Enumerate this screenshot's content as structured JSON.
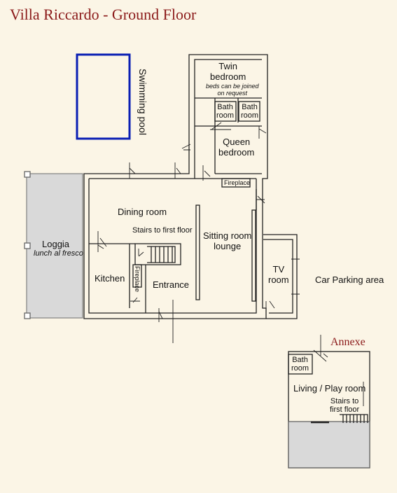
{
  "title": "Villa Riccardo - Ground Floor",
  "annexe_title": "Annexe",
  "rooms": {
    "swimming_pool": "Swimming pool",
    "twin_bedroom": "Twin\nbedroom",
    "beds_note": "beds can be joined\non request",
    "bath_1": "Bath\nroom",
    "bath_2": "Bath\nroom",
    "queen_bedroom": "Queen\nbedroom",
    "fireplace": "Fireplace",
    "dining_room": "Dining room",
    "stairs_first": "Stairs to first floor",
    "sitting_room": "Sitting room\nlounge",
    "loggia": "Loggia",
    "loggia_note": "lunch al fresco",
    "kitchen": "Kitchen",
    "fireplace_vertical": "Fireplace",
    "entrance": "Entrance",
    "tv_room": "TV\nroom",
    "car_parking": "Car Parking area",
    "annexe_bath": "Bath\nroom",
    "living_play": "Living / Play room",
    "annexe_stairs": "Stairs to\nfirst floor"
  },
  "colors": {
    "title": "#8b1a1a",
    "pool_outline": "#0a1eb4",
    "loggia_fill": "#d9d9d9",
    "background": "#fbf5e6"
  }
}
